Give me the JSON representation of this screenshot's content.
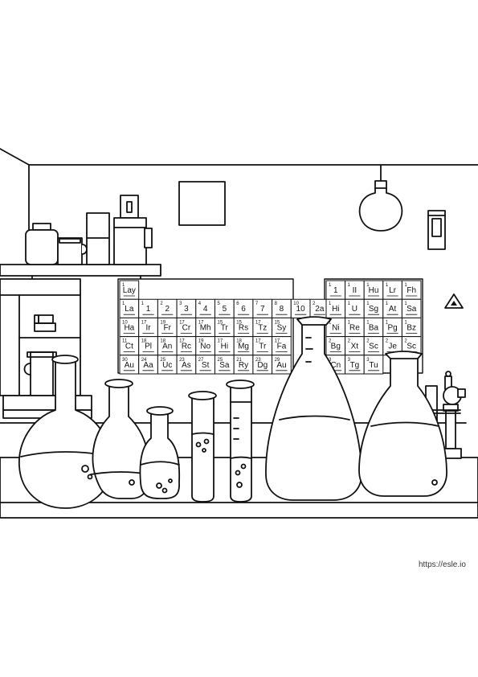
{
  "watermark": "https://esle.io",
  "periodic_table": {
    "left": [
      [
        {
          "n": "1",
          "s": "Lay"
        }
      ],
      [
        {
          "n": "1",
          "s": "La"
        },
        {
          "n": "1",
          "s": "1"
        },
        {
          "n": "2",
          "s": "2"
        },
        {
          "n": "3",
          "s": "3"
        },
        {
          "n": "4",
          "s": "4"
        },
        {
          "n": "5",
          "s": "5"
        },
        {
          "n": "6",
          "s": "6"
        },
        {
          "n": "7",
          "s": "7"
        },
        {
          "n": "8",
          "s": "8"
        },
        {
          "n": "10",
          "s": "10"
        },
        {
          "n": "2",
          "s": "2a"
        }
      ],
      [
        {
          "n": "10",
          "s": "Ha"
        },
        {
          "n": "17",
          "s": "Ir"
        },
        {
          "n": "19",
          "s": "Fr"
        },
        {
          "n": "17",
          "s": "Cr"
        },
        {
          "n": "17",
          "s": "Mh"
        },
        {
          "n": "15",
          "s": "Tr"
        },
        {
          "n": "15",
          "s": "Rs"
        },
        {
          "n": "17",
          "s": "Tz"
        },
        {
          "n": "15",
          "s": "Sy"
        }
      ],
      [
        {
          "n": "11",
          "s": "Ct"
        },
        {
          "n": "18",
          "s": "Pl"
        },
        {
          "n": "18",
          "s": "An"
        },
        {
          "n": "17",
          "s": "Rc"
        },
        {
          "n": "19",
          "s": "No"
        },
        {
          "n": "17",
          "s": "Hi"
        },
        {
          "n": "18",
          "s": "Mg"
        },
        {
          "n": "17",
          "s": "Tr"
        },
        {
          "n": "17",
          "s": "Fa"
        }
      ],
      [
        {
          "n": "30",
          "s": "Au"
        },
        {
          "n": "24",
          "s": "Aa"
        },
        {
          "n": "25",
          "s": "Uc"
        },
        {
          "n": "23",
          "s": "As"
        },
        {
          "n": "27",
          "s": "St"
        },
        {
          "n": "25",
          "s": "Sa"
        },
        {
          "n": "21",
          "s": "Ry"
        },
        {
          "n": "23",
          "s": "Dg"
        },
        {
          "n": "29",
          "s": "Au"
        }
      ]
    ],
    "right": [
      [
        {
          "n": "1",
          "s": "1"
        },
        {
          "n": "1",
          "s": "II"
        },
        {
          "n": "1",
          "s": "Hu"
        },
        {
          "n": "1",
          "s": "Lr"
        },
        {
          "n": "1",
          "s": "Fh"
        }
      ],
      [
        {
          "n": "1",
          "s": "Hi"
        },
        {
          "n": "1",
          "s": "U"
        },
        {
          "n": "1",
          "s": "Sg"
        },
        {
          "n": "1",
          "s": "At"
        },
        {
          "n": "1",
          "s": "Sa"
        }
      ],
      [
        {
          "n": "1",
          "s": "Ni"
        },
        {
          "n": "1",
          "s": "Re"
        },
        {
          "n": "1",
          "s": "Ba"
        },
        {
          "n": "1",
          "s": "Pg"
        },
        {
          "n": "1",
          "s": "Bz"
        }
      ],
      [
        {
          "n": "2",
          "s": "Bg"
        },
        {
          "n": "2",
          "s": "Xt"
        },
        {
          "n": "2",
          "s": "Sc"
        },
        {
          "n": "2",
          "s": "Je"
        },
        {
          "n": "2",
          "s": "Sc"
        }
      ],
      [
        {
          "n": "3",
          "s": "Cn"
        },
        {
          "n": "3",
          "s": "Tg"
        },
        {
          "n": "3",
          "s": "Tu"
        }
      ]
    ]
  }
}
